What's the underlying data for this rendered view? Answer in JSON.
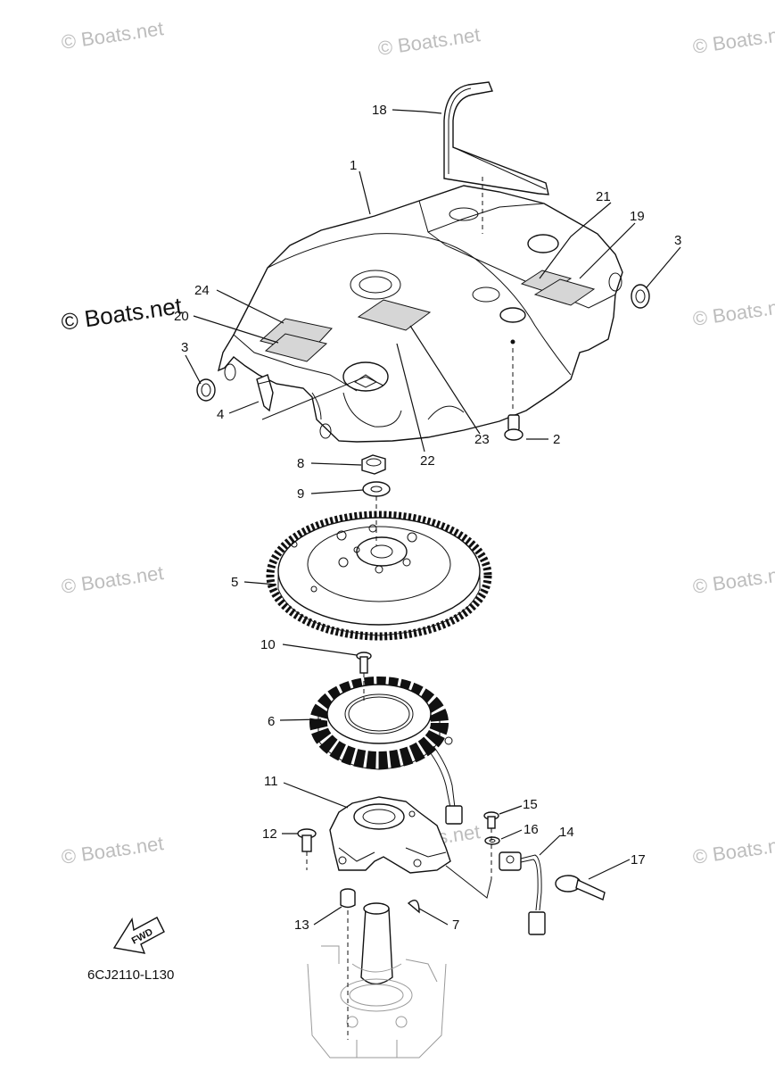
{
  "watermark": "© Boats.net",
  "diagram_code": "6CJ2110-L130",
  "fwd_label": "FWD",
  "callouts": [
    "1",
    "2",
    "3",
    "3",
    "4",
    "5",
    "6",
    "7",
    "8",
    "9",
    "10",
    "11",
    "12",
    "13",
    "14",
    "15",
    "16",
    "17",
    "18",
    "19",
    "20",
    "21",
    "22",
    "23",
    "24"
  ]
}
